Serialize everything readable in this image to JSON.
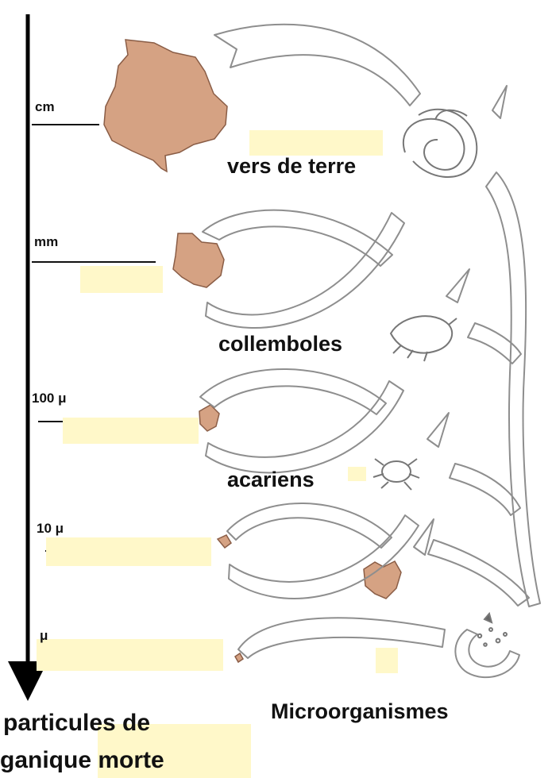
{
  "colors": {
    "highlight": "#fff8c9",
    "organic_fragment": "#d5a283",
    "fragment_outline": "#8a5d46",
    "sketch_line": "#8e8e8e",
    "text": "#111111"
  },
  "scale_labels": {
    "cm": "cm",
    "mm": "mm",
    "hundred_micron": "100 μ",
    "ten_micron": "10 μ",
    "micron": "μ"
  },
  "organisms": {
    "earthworms": "vers de terre",
    "springtails": "collemboles",
    "mites": "acariens",
    "microorganisms": "Microorganismes"
  },
  "bottom_text": {
    "line1": "particules de",
    "line2": "ganique morte"
  },
  "icons": {
    "scale_arrow": "down-arrow",
    "earthworm": "earthworm-icon",
    "springtail": "springtail-icon",
    "mite": "mite-icon",
    "microorganism": "microorganism-icon"
  }
}
